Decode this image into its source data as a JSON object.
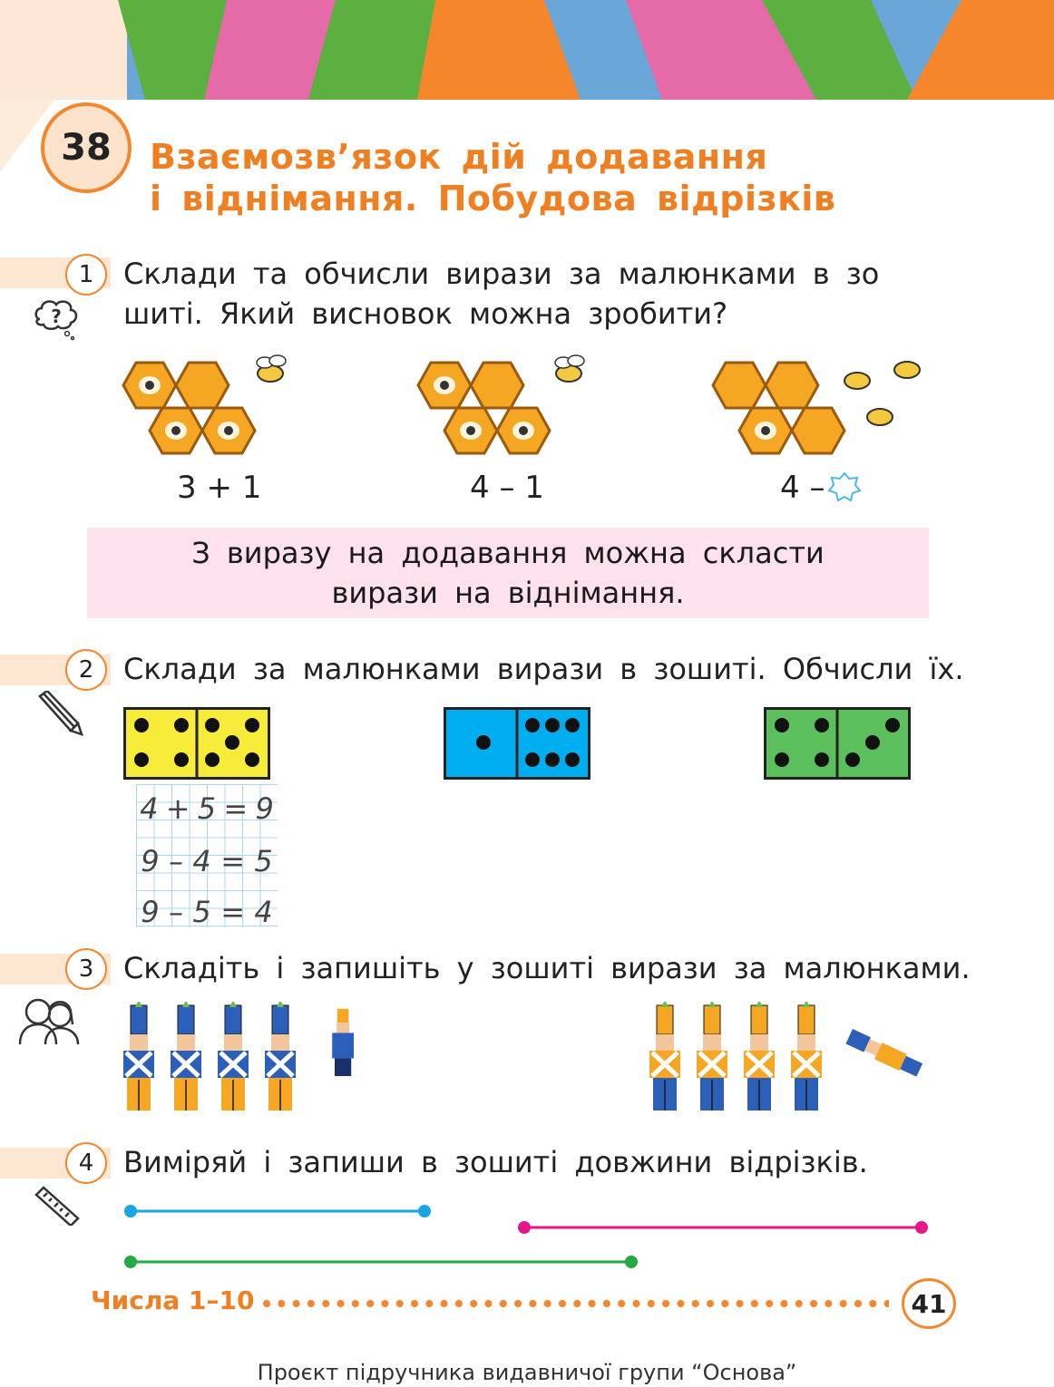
{
  "lesson": {
    "number": "38",
    "title_line1": "Взаємозв’язок дій додавання",
    "title_line2": "і віднімання. Побудова відрізків"
  },
  "colors": {
    "accent": "#f5862b",
    "title": "#f07f22",
    "rule_bg": "#fde1ec",
    "banner": [
      "#6aa6d8",
      "#e46aa8",
      "#5bb040",
      "#f5862b"
    ]
  },
  "tasks": [
    {
      "number": "1",
      "line1": "Склади та обчисли вирази за малюнками в зо",
      "line2": "шиті. Який висновок можна зробити?",
      "icon": "question-bubble-icon",
      "expressions": [
        "3 + 1",
        "4 – 1",
        "4 –"
      ]
    },
    {
      "number": "2",
      "text": "Склади за малюнками вирази в зошиті. Обчисли їх.",
      "icon": "pencil-icon",
      "example": [
        [
          "4",
          "+",
          "5",
          "=",
          "9"
        ],
        [
          "9",
          "–",
          "4",
          "=",
          "5"
        ],
        [
          "9",
          "–",
          "5",
          "=",
          "4"
        ]
      ]
    },
    {
      "number": "3",
      "text": "Складіть і запишіть у зошиті вирази за малюнками.",
      "icon": "pair-work-icon"
    },
    {
      "number": "4",
      "text": "Виміряй і запиши в зошиті довжини відрізків.",
      "icon": "ruler-icon"
    }
  ],
  "rule": {
    "line1": "З виразу на додавання можна скласти",
    "line2": "вирази на віднімання."
  },
  "footer": {
    "section": "Числа 1–10",
    "page": "41",
    "credit": "Проєкт підручника видавничої групи “Основа”"
  }
}
